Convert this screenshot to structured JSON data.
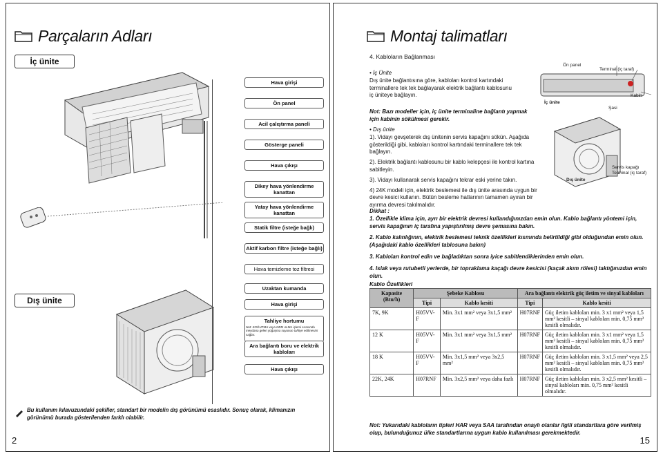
{
  "left": {
    "title": "Parçaların Adları",
    "indoor_badge": "İç ünite",
    "outdoor_badge": "Dış ünite",
    "indoor_labels": [
      "Hava girişi",
      "Ön panel",
      "Acil çalıştırma paneli",
      "Gösterge paneli",
      "Hava çıkışı",
      "Dikey hava yönlendirme kanattan",
      "Yatay hava yönlendirme kanattan",
      "Statik filtre (isteğe bağlı)",
      "Aktif karbon filtre (isteğe bağlı)",
      "Hava temizleme toz filtresi",
      "Uzaktan kumanda"
    ],
    "outdoor_labels": [
      "Hava girişi",
      "Tahliye hortumu",
      "Ara bağlantı boru ve elektrik kabloları",
      "Hava çıkışı"
    ],
    "drain_note": "Not: SOĞUTMA veya NEM ALMA işlemi sırasında meydana gelen yoğuşma suyunun tahliye edilmesini sağlar.",
    "footnote": "Bu kullanım kılavuzundaki şekiller, standart bir modelin dış görünümü esaslıdır. Sonuç olarak, klimanızın görünümü burada gösterilenden farklı olabilir.",
    "page_number": "2"
  },
  "right": {
    "title": "Montaj talimatları",
    "section_title": "4. Kabloların Bağlanması",
    "indoor_head": "İç Ünite",
    "indoor_text": "Dış ünite bağlantısına göre, kabloları kontrol kartındaki terminallere tek tek bağlayarak elektrik bağlantı kablosunu iç üniteye bağlayın.",
    "indoor_note": "Not: Bazı modeller için, iç ünite terminaline bağlantı yapmak için kabinin sökülmesi gerekir.",
    "diagram_indoor": {
      "front_panel": "Ön panel",
      "terminal": "Terminal (iç taraf)",
      "cabinet": "Kabin",
      "unit": "İç ünite"
    },
    "diagram_outdoor": {
      "chassis": "Şasi",
      "service_cover": "Servis kapağı",
      "terminal": "Terminal (iç taraf)",
      "unit": "Dış ünite"
    },
    "outdoor_head": "Dış ünite",
    "outdoor_steps": [
      "1). Vidayı gevşeterek dış ünitenin servis kapağını sökün. Aşağıda gösterildiği gibi, kabloları kontrol kartındaki terminallere tek tek bağlayın.",
      "2). Elektrik bağlantı kablosunu bir kablo kelepçesi ile kontrol kartına sabitleyin.",
      "3). Vidayı kullanarak servis kapağını tekrar eski yerine takın.",
      "4) 24K modeli için, elektrik beslemesi ile dış ünite arasında uygun bir devre kesici kullanın. Bütün besleme hatlarının tamamen ayıran bir ayırma devresi takılmalıdır."
    ],
    "caution_head": "Dikkat :",
    "cautions": [
      "1.  Özellikle klima için, ayrı bir elektrik devresi kullandığınızdan emin olun. Kablo bağlantı yöntemi için, servis kapağının iç tarafına yapıştırılmış devre  şemasına bakın.",
      "2.  Kablo kalınlığının, elektrik beslemesi teknik özellikleri kısmında belirtildiği gibi olduğundan emin olun. (Aşağıdaki kablo özellikleri tablosuna bakın)",
      "3.  Kabloları kontrol edin ve bağladıktan sonra iyice sabitlendiklerinden emin olun.",
      "4.  Islak veya rutubetli yerlerde, bir topraklama kaçağı devre kesicisi (kaçak akım rölesi) taktığınızdan emin olun."
    ],
    "table_title": "Kablo Özellikleri",
    "table": {
      "h_capacity": "Kapasite (Btu/h)",
      "h_mains": "Şebeke Kablosu",
      "h_inter": "Ara bağlantı elektrik güç iletim ve sinyal kabloları",
      "h_type": "Tipi",
      "h_section": "Kablo kesiti",
      "h_type2": "Tipi",
      "h_section2": "Kablo kesiti",
      "rows": [
        {
          "cap": "7K, 9K",
          "type": "H05VV-F",
          "sec": "Min. 3x1 mm² veya 3x1,5 mm²",
          "type2": "H07RNF",
          "sec2": "Güç iletim kabloları min. 3 x1 mm² veya 1,5 mm² kesitli – sinyal kabloları min. 0,75 mm² kesitli olmalıdır."
        },
        {
          "cap": "12 K",
          "type": "H05VV-F",
          "sec": "Min. 3x1 mm² veya 3x1,5 mm²",
          "type2": "H07RNF",
          "sec2": "Güç iletim kabloları min. 3 x1 mm² veya 1,5 mm² kesitli – sinyal kabloları min. 0,75 mm² kesitli olmalıdır."
        },
        {
          "cap": "18 K",
          "type": "H05VV-F",
          "sec": "Min. 3x1,5 mm² veya 3x2,5 mm²",
          "type2": "H07RNF",
          "sec2": "Güç iletim kabloları min. 3 x1,5 mm² veya 2,5 mm² kesitli – sinyal kabloları min. 0,75 mm² kesitli olmalıdır."
        },
        {
          "cap": "22K, 24K",
          "type": "H07RNF",
          "sec": "Min. 3x2,5 mm² veya daha fazlı",
          "type2": "H07RNF",
          "sec2": "Güç iletim kabloları min. 3 x2,5 mm² kesitli – sinyal kabloları min. 0,75 mm² kesitli olmalıdır."
        }
      ]
    },
    "bottom_note": "Not: Yukarıdaki kabloların tipleri HAR veya SAA tarafından onaylı olanlar ilgili standartlara göre verilmiş olup, bulunduğunuz ülke standartlarına uygun kablo kullanılması gerekmektedir.",
    "page_number": "15"
  }
}
